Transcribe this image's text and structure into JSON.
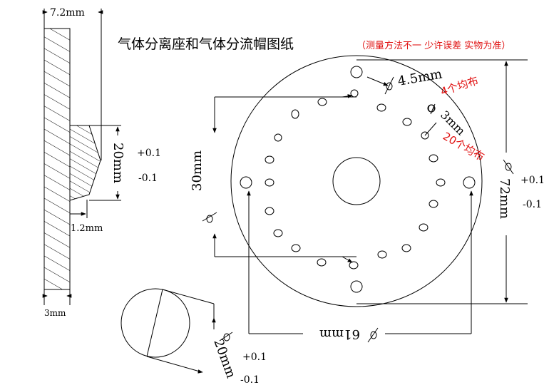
{
  "title": "气体分离座和气体分流帽图纸",
  "note": "（测量方法不一 少许误差 实物为准）",
  "colors": {
    "line": "#000000",
    "annotation": "#e01010",
    "hatch": "#000000"
  },
  "side_view": {
    "dim_top": "7.2mm",
    "dim_height": "20mm",
    "tol_plus": "+0.1",
    "tol_minus": "-0.1",
    "dim_chamfer": "1.2mm",
    "dim_width": "3mm"
  },
  "cap_view": {
    "dim_hole_large": "4.5mm",
    "count_large": "4个均布",
    "dim_hole_small": "3mm",
    "count_small": "20个均布",
    "dim_pitch": "30mm",
    "dim_outer": "72mm",
    "tol_plus": "+0.1",
    "tol_minus": "-0.1",
    "dim_span": "61mm"
  },
  "small_part": {
    "dim_diameter": "20mm",
    "tol_plus": "+0.1",
    "tol_minus": "-0.1"
  }
}
